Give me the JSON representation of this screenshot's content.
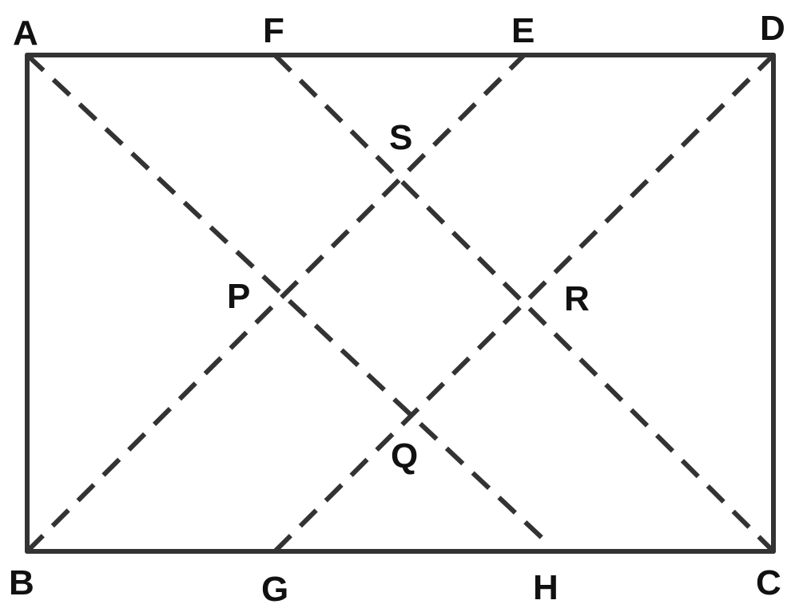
{
  "labels": {
    "A": "A",
    "B": "B",
    "C": "C",
    "D": "D",
    "E": "E",
    "F": "F",
    "G": "G",
    "H": "H",
    "P": "P",
    "Q": "Q",
    "R": "R",
    "S": "S"
  },
  "colors": {
    "stroke": "#333333",
    "text": "#111111",
    "background": "#ffffff"
  }
}
